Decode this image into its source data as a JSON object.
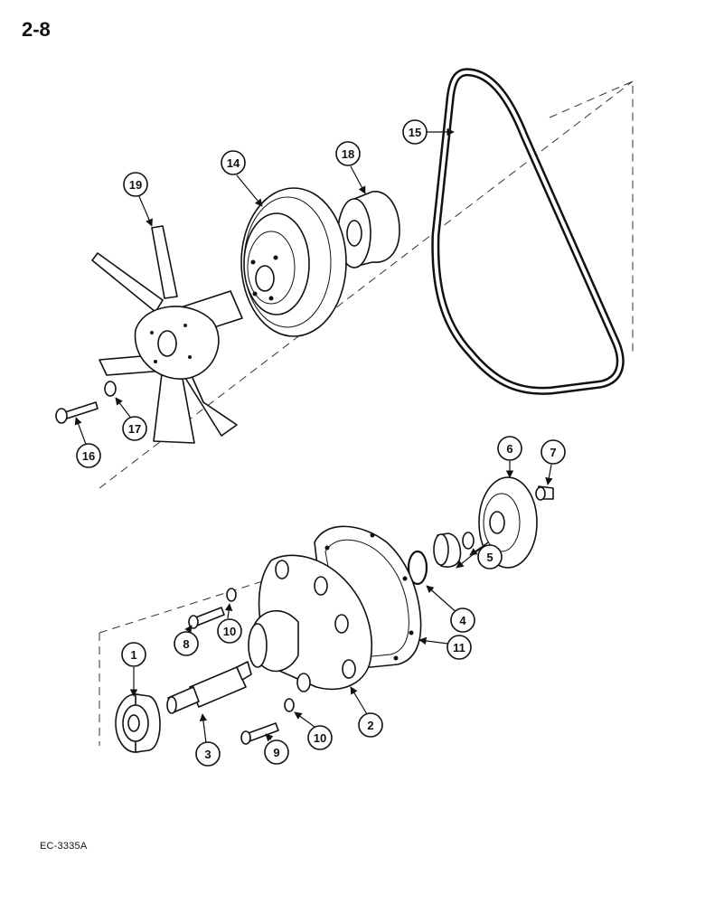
{
  "page": {
    "number": "2-8",
    "figure_ref": "EC-3335A"
  },
  "callouts": {
    "c1": "1",
    "c2": "2",
    "c3": "3",
    "c4": "4",
    "c5": "5",
    "c6": "6",
    "c7": "7",
    "c8": "8",
    "c9": "9",
    "c10a": "10",
    "c10b": "10",
    "c11": "11",
    "c14": "14",
    "c15": "15",
    "c16": "16",
    "c17": "17",
    "c18": "18",
    "c19": "19"
  }
}
